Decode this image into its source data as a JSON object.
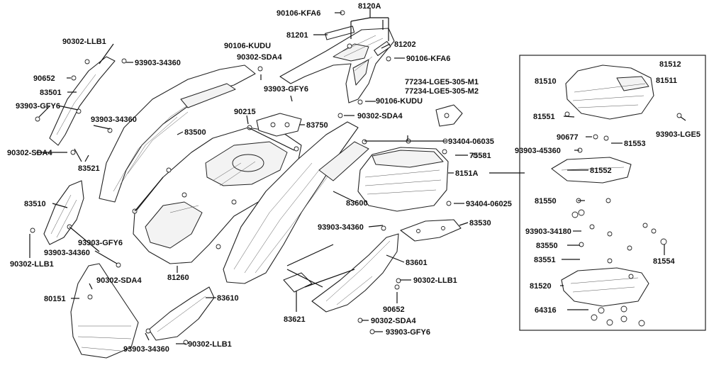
{
  "labels": {
    "p90106_kfa6_top": "90106-KFA6",
    "p8120a": "8120A",
    "p90302_llb1_a": "90302-LLB1",
    "p81201": "81201",
    "p81202": "81202",
    "p90106_kudu_a": "90106-KUDU",
    "p90106_kfa6_b": "90106-KFA6",
    "p93903_34360_a": "93903-34360",
    "p90302_sda4_a": "90302-SDA4",
    "p90652_a": "90652",
    "p83501": "83501",
    "p93903_gfy6_a": "93903-GFY6",
    "p93903_gfy6_b": "93903-GFY6",
    "p77234_m1": "77234-LGE5-305-M1",
    "p77234_m2": "77234-LGE5-305-M2",
    "p90106_kudu_b": "90106-KUDU",
    "p81512": "81512",
    "p81510": "81510",
    "p81511": "81511",
    "p90215": "90215",
    "p90302_sda4_b": "90302-SDA4",
    "p93903_34360_b": "93903-34360",
    "p83750": "83750",
    "p83500": "83500",
    "p81551": "81551",
    "p93903_lge5": "93903-LGE5",
    "p90677": "90677",
    "p93404_06035": "93404-06035",
    "p81553": "81553",
    "p90302_sda4_c": "90302-SDA4",
    "p83521": "83521",
    "p93903_45360": "93903-45360",
    "p75581": "75581",
    "p8151a": "8151A",
    "p81552": "81552",
    "p83510": "83510",
    "p83600": "83600",
    "p93404_06025": "93404-06025",
    "p81550": "81550",
    "p93903_34360_c": "93903-34360",
    "p83530": "83530",
    "p93903_34360_d": "93903-34360",
    "p93903_34180": "93903-34180",
    "p90302_llb1_b": "90302-LLB1",
    "p93903_gfy6_c": "93903-GFY6",
    "p83550": "83550",
    "p83551": "83551",
    "p81554": "81554",
    "p83601": "83601",
    "p90302_sda4_d": "90302-SDA4",
    "p81260": "81260",
    "p90302_llb1_c": "90302-LLB1",
    "p80151": "80151",
    "p83610": "83610",
    "p81520": "81520",
    "p90652_b": "90652",
    "p83621": "83621",
    "p64316": "64316",
    "p90302_sda4_e": "90302-SDA4",
    "p93903_gfy6_d": "93903-GFY6",
    "p93903_34360_e": "93903-34360",
    "p90302_llb1_d": "90302-LLB1"
  }
}
